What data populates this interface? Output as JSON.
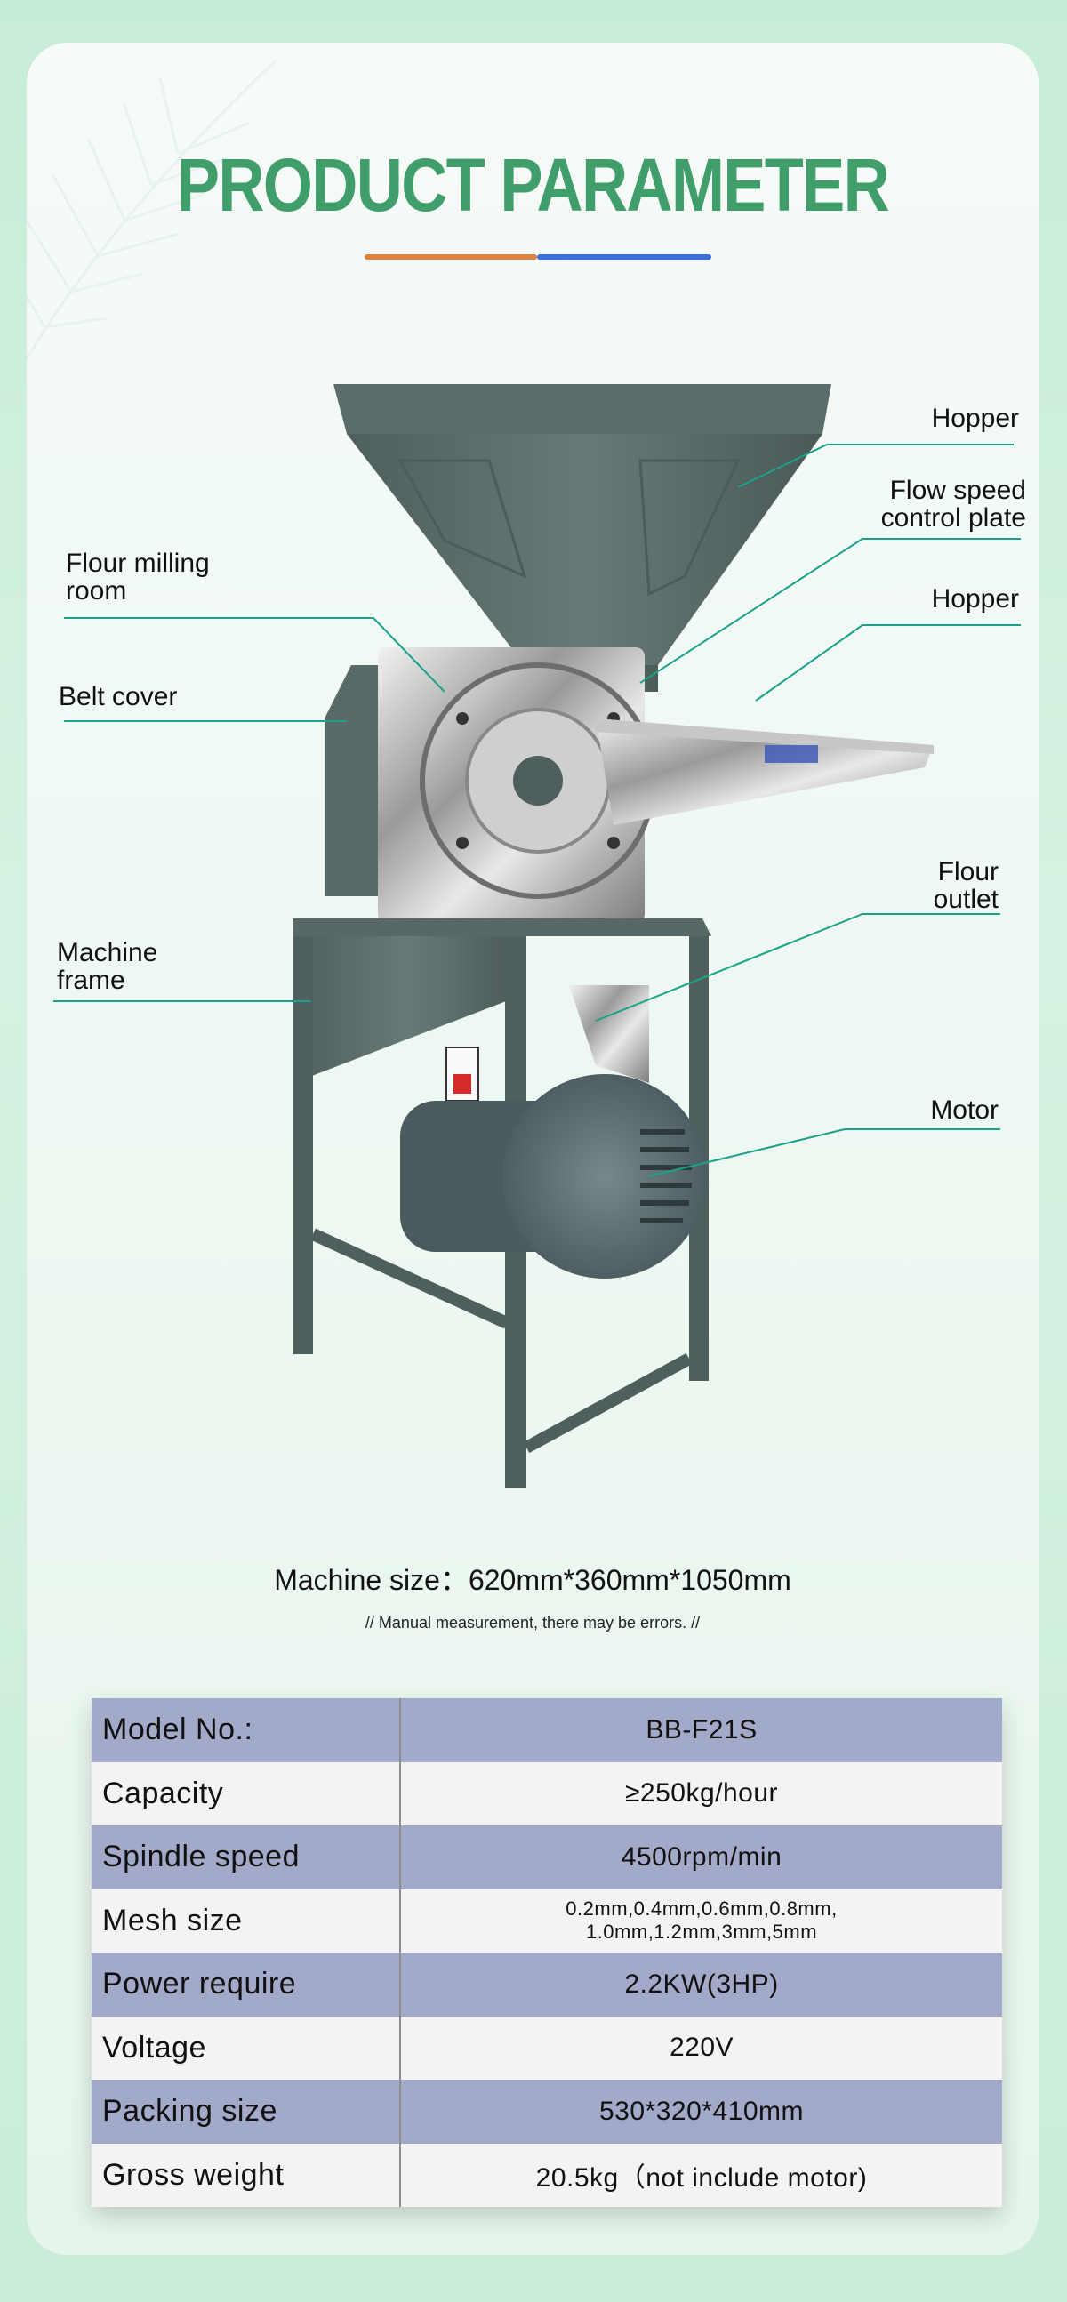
{
  "title": "PRODUCT PARAMETER",
  "callouts": {
    "hopper_top": "Hopper",
    "flow_speed": "Flow speed\ncontrol plate",
    "hopper_side": "Hopper",
    "flour_outlet": "Flour\noutlet",
    "motor": "Motor",
    "flour_milling_room": "Flour milling\nroom",
    "belt_cover": "Belt cover",
    "machine_frame": "Machine\nframe"
  },
  "machine_size": "Machine size：620mm*360mm*1050mm",
  "note": "//  Manual measurement, there may be errors.  //",
  "specs": {
    "model_label": "Model No.:",
    "model_value": "BB-F21S",
    "capacity_label": "Capacity",
    "capacity_value": "≥250kg/hour",
    "spindle_label": "Spindle speed",
    "spindle_value": "4500rpm/min",
    "mesh_label": "Mesh size",
    "mesh_value": "0.2mm,0.4mm,0.6mm,0.8mm,\n1.0mm,1.2mm,3mm,5mm",
    "power_label": "Power require",
    "power_value": "2.2KW(3HP)",
    "voltage_label": "Voltage",
    "voltage_value": "220V",
    "packing_label": "Packing size",
    "packing_value": "530*320*410mm",
    "weight_label": "Gross weight",
    "weight_value": "20.5kg（not include motor)"
  },
  "colors": {
    "title_green": "#3f9e6a",
    "accent_orange": "#e0823f",
    "accent_blue": "#3d6fd8",
    "callout_line": "#1aa388",
    "table_row_purple": "#a3aac9",
    "table_row_light": "#f3f3f3",
    "machine_body": "#5a6b6a"
  }
}
